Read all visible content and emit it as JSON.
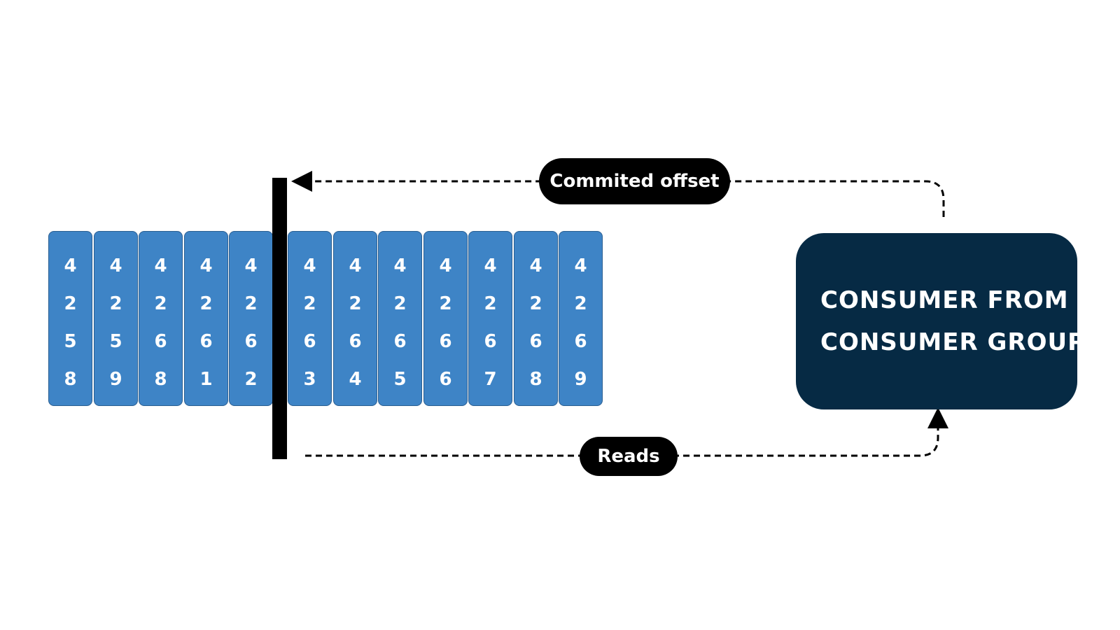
{
  "colors": {
    "cell_fill": "#3e84c6",
    "cell_border": "#2b5f91",
    "consumer_fill": "#062a44",
    "pill_fill": "#000000",
    "text_on_dark": "#ffffff",
    "offset_marker": "#000000"
  },
  "log": {
    "cells": [
      {
        "digits": [
          "4",
          "2",
          "5",
          "8"
        ]
      },
      {
        "digits": [
          "4",
          "2",
          "5",
          "9"
        ]
      },
      {
        "digits": [
          "4",
          "2",
          "6",
          "8"
        ]
      },
      {
        "digits": [
          "4",
          "2",
          "6",
          "1"
        ]
      },
      {
        "digits": [
          "4",
          "2",
          "6",
          "2"
        ]
      },
      {
        "digits": [
          "4",
          "2",
          "6",
          "3"
        ]
      },
      {
        "digits": [
          "4",
          "2",
          "6",
          "4"
        ]
      },
      {
        "digits": [
          "4",
          "2",
          "6",
          "5"
        ]
      },
      {
        "digits": [
          "4",
          "2",
          "6",
          "6"
        ]
      },
      {
        "digits": [
          "4",
          "2",
          "6",
          "7"
        ]
      },
      {
        "digits": [
          "4",
          "2",
          "6",
          "8"
        ]
      },
      {
        "digits": [
          "4",
          "2",
          "6",
          "9"
        ]
      }
    ]
  },
  "labels": {
    "committed_offset": "Commited offset",
    "reads": "Reads"
  },
  "consumer": {
    "line1": "CONSUMER FROM",
    "line2": "CONSUMER GROUP"
  }
}
